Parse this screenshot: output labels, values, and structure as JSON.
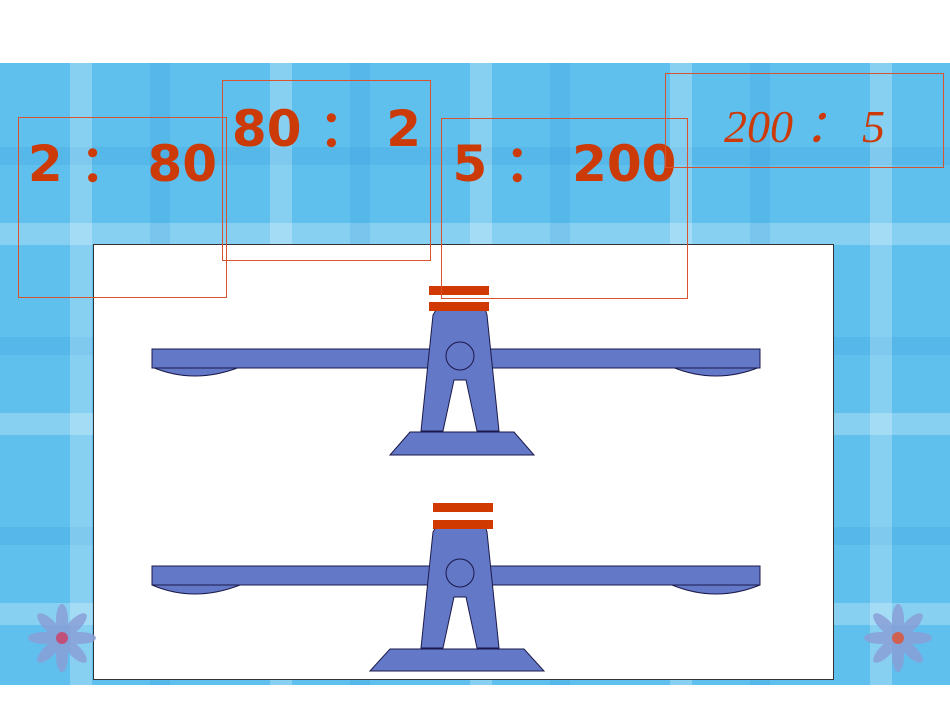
{
  "ratios": [
    {
      "text": "2 ： 80"
    },
    {
      "text": "80 ： 2"
    },
    {
      "text": "5 ： 200"
    },
    {
      "text": "200 ： 5"
    }
  ],
  "colors": {
    "ratio_text": "#cc3a08",
    "box_border": "#d8542e",
    "scale_fill": "#6478c8",
    "equals_sign": "#d03a00",
    "background": "#5fc0ee"
  },
  "icons": [
    "equals-sign-icon",
    "balance-scale-icon",
    "flower-icon"
  ]
}
